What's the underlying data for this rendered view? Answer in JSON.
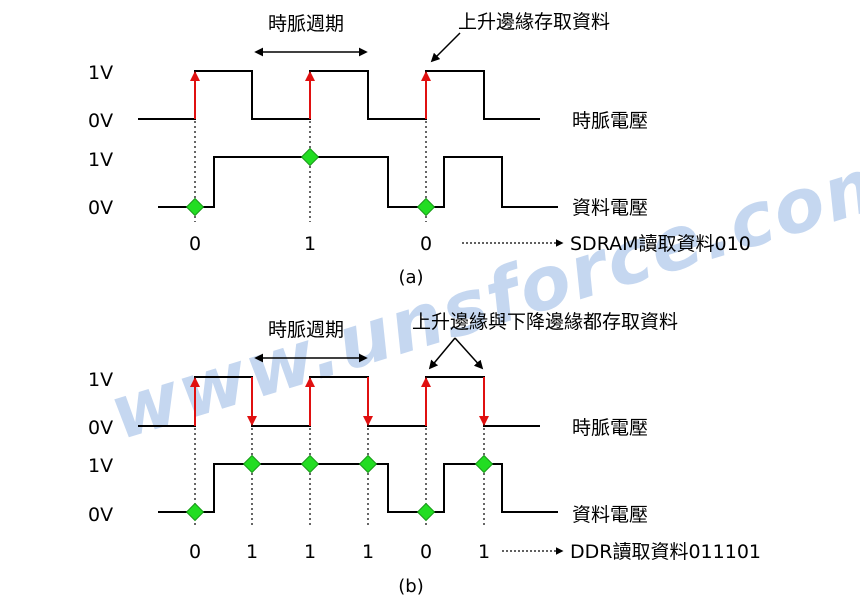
{
  "colors": {
    "signal": "#000000",
    "edge_arrow": "#e01010",
    "sample_marker": "#22dd22",
    "marker_outline": "#1a9a1a",
    "watermark": "#5b8fd6"
  },
  "watermark": "www.unsforce.com",
  "diagram_a": {
    "cycle_label": "時脈週期",
    "edge_note": "上升邊緣存取資料",
    "level_high": "1V",
    "level_low": "0V",
    "clock_label": "時脈電壓",
    "data_label": "資料電壓",
    "bits": [
      "0",
      "1",
      "0"
    ],
    "result": "SDRAM讀取資料010",
    "caption": "(a)"
  },
  "diagram_b": {
    "cycle_label": "時脈週期",
    "edge_note": "上升邊緣與下降邊緣都存取資料",
    "level_high": "1V",
    "level_low": "0V",
    "clock_label": "時脈電壓",
    "data_label": "資料電壓",
    "bits": [
      "0",
      "1",
      "1",
      "1",
      "0",
      "1"
    ],
    "result": "DDR讀取資料011101",
    "caption": "(b)"
  }
}
